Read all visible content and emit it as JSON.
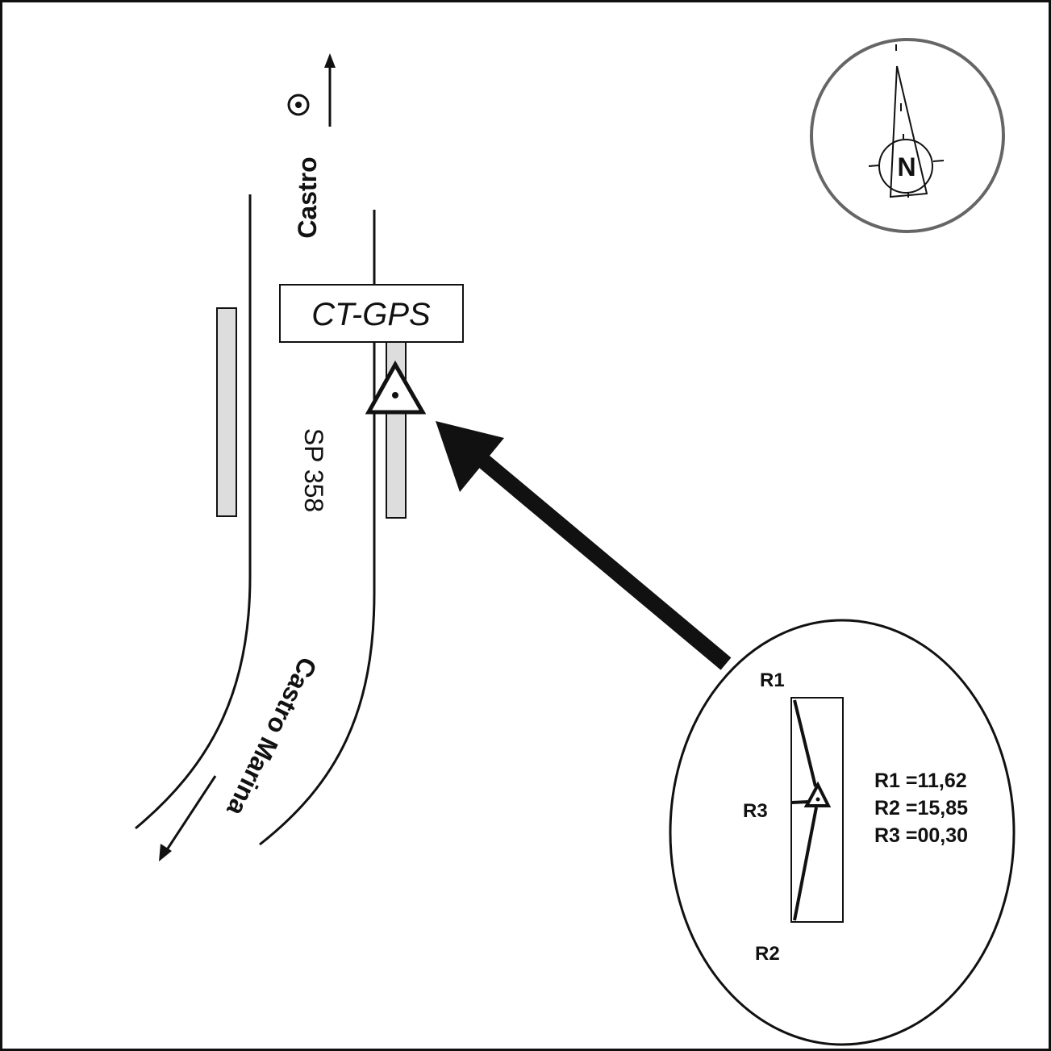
{
  "map": {
    "destination_north": "Castro",
    "destination_south": "Castro Marina",
    "road_name": "SP 358",
    "station_label": "CT-GPS",
    "compass_letter": "N"
  },
  "inset": {
    "ref_labels": [
      "R1",
      "R2",
      "R3"
    ],
    "measurements": [
      {
        "label": "R1 =11,62"
      },
      {
        "label": "R2 =15,85"
      },
      {
        "label": "R3 =00,30"
      }
    ]
  },
  "colors": {
    "ink": "#111111",
    "compass_ring": "#666666",
    "sidewalk": "#dddddd"
  }
}
